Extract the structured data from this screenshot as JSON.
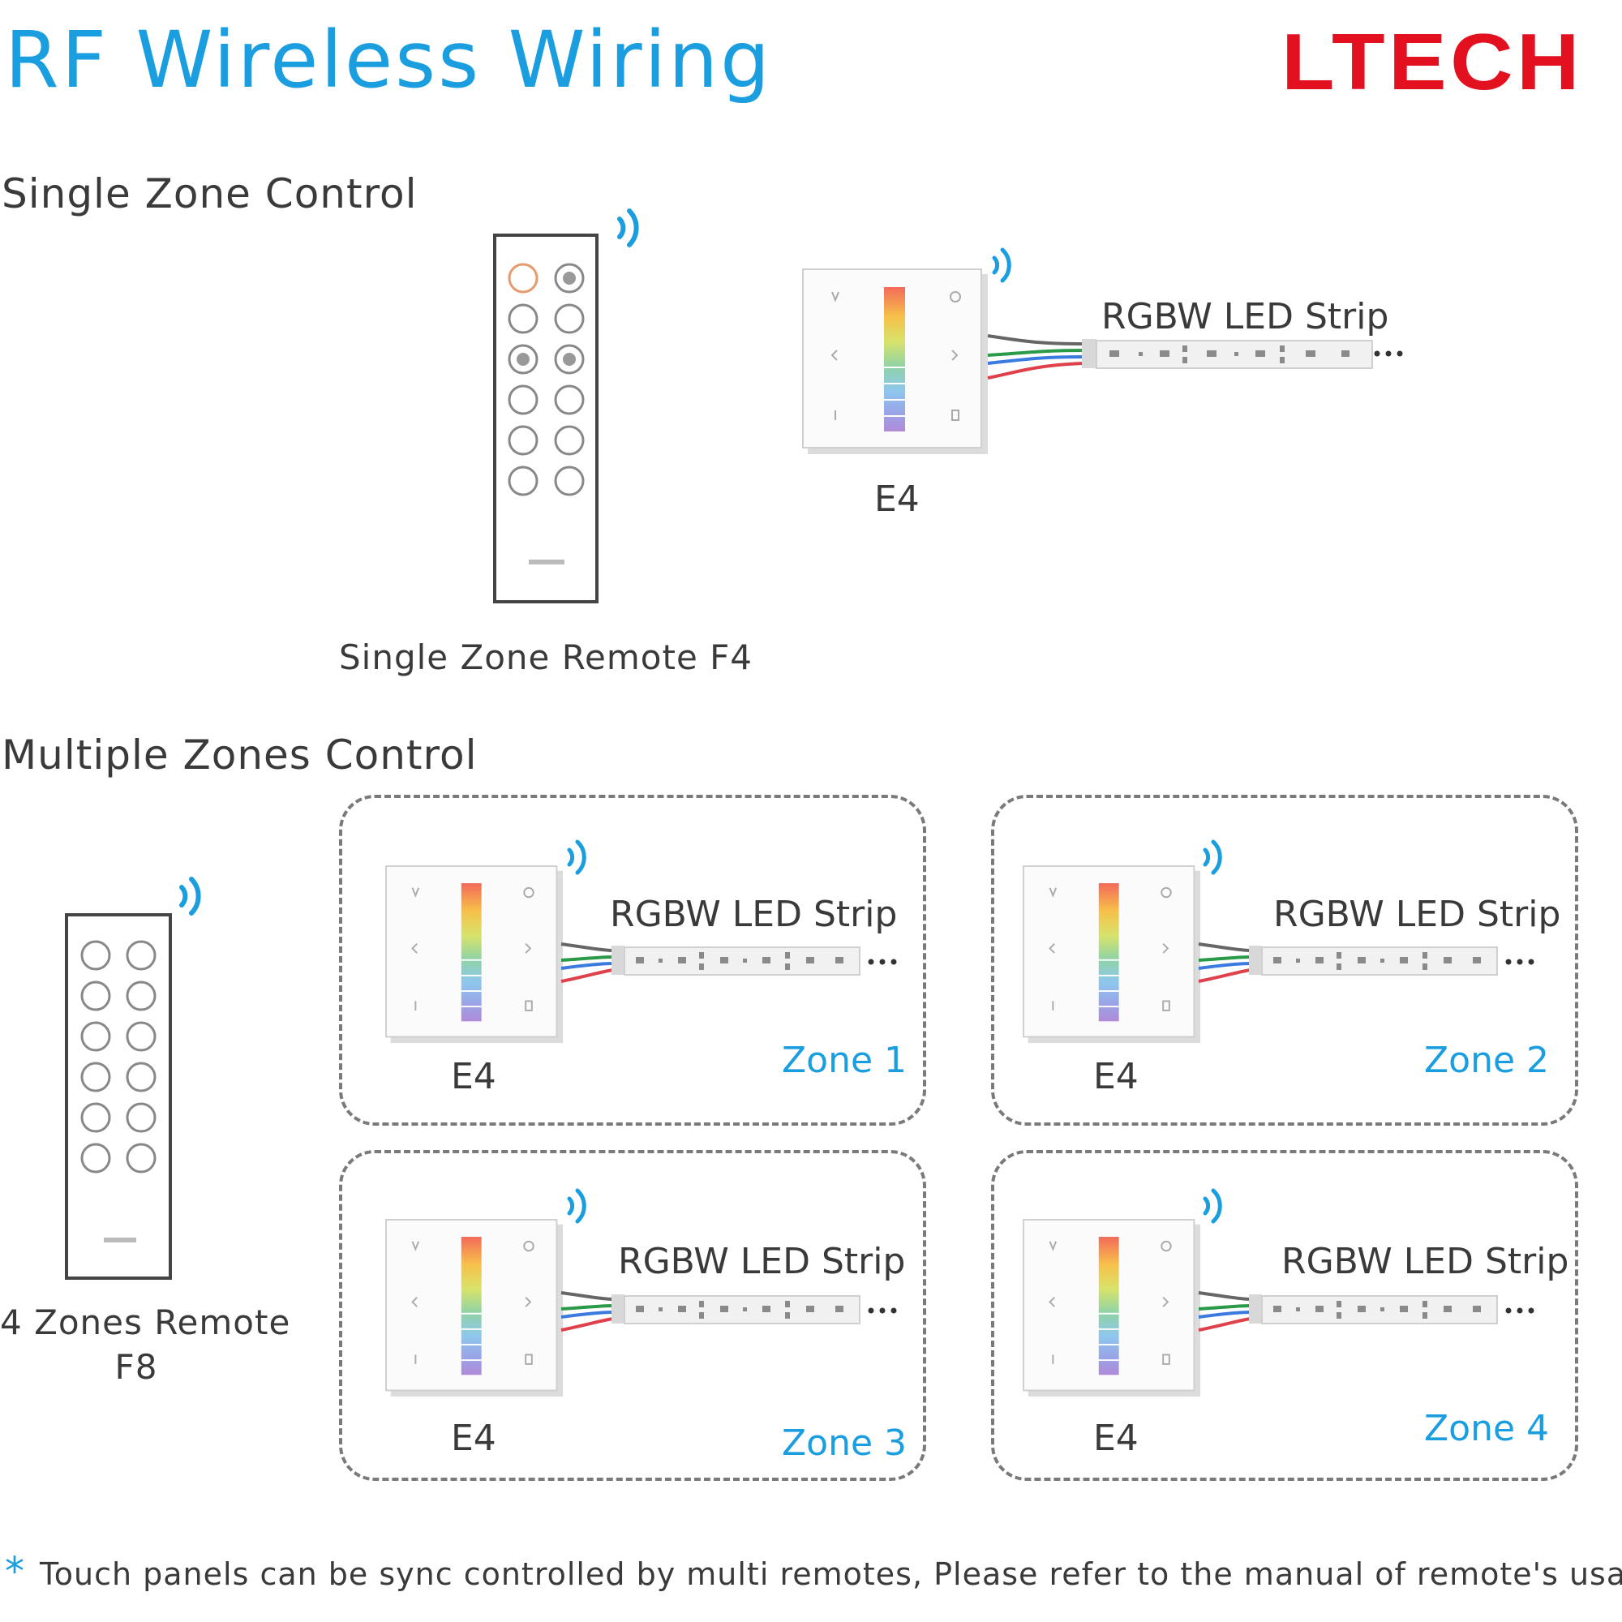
{
  "header": {
    "title": "RF Wireless Wiring",
    "brand": "LTECH",
    "title_color": "#1a9ee0",
    "brand_color": "#e3101f"
  },
  "single_zone": {
    "heading": "Single Zone Control",
    "remote_label": "Single Zone Remote F4",
    "panel_label": "E4",
    "strip_label": "RGBW LED Strip"
  },
  "multi_zone": {
    "heading": "Multiple Zones Control",
    "remote_label_line1": "4 Zones Remote",
    "remote_label_line2": "F8",
    "zones": [
      {
        "panel_label": "E4",
        "strip_label": "RGBW LED Strip",
        "zone_label": "Zone 1"
      },
      {
        "panel_label": "E4",
        "strip_label": "RGBW LED Strip",
        "zone_label": "Zone 2"
      },
      {
        "panel_label": "E4",
        "strip_label": "RGBW LED Strip",
        "zone_label": "Zone 3"
      },
      {
        "panel_label": "E4",
        "strip_label": "RGBW LED Strip",
        "zone_label": "Zone 4"
      }
    ]
  },
  "footnote": {
    "symbol": "*",
    "text": "Touch panels can be sync controlled by multi remotes, Please refer to the manual of remote's usage."
  },
  "icons": {
    "wireless": "wireless-signal-icon",
    "panel": "e4-touch-panel",
    "strip": "led-strip",
    "remote": "rf-remote"
  }
}
